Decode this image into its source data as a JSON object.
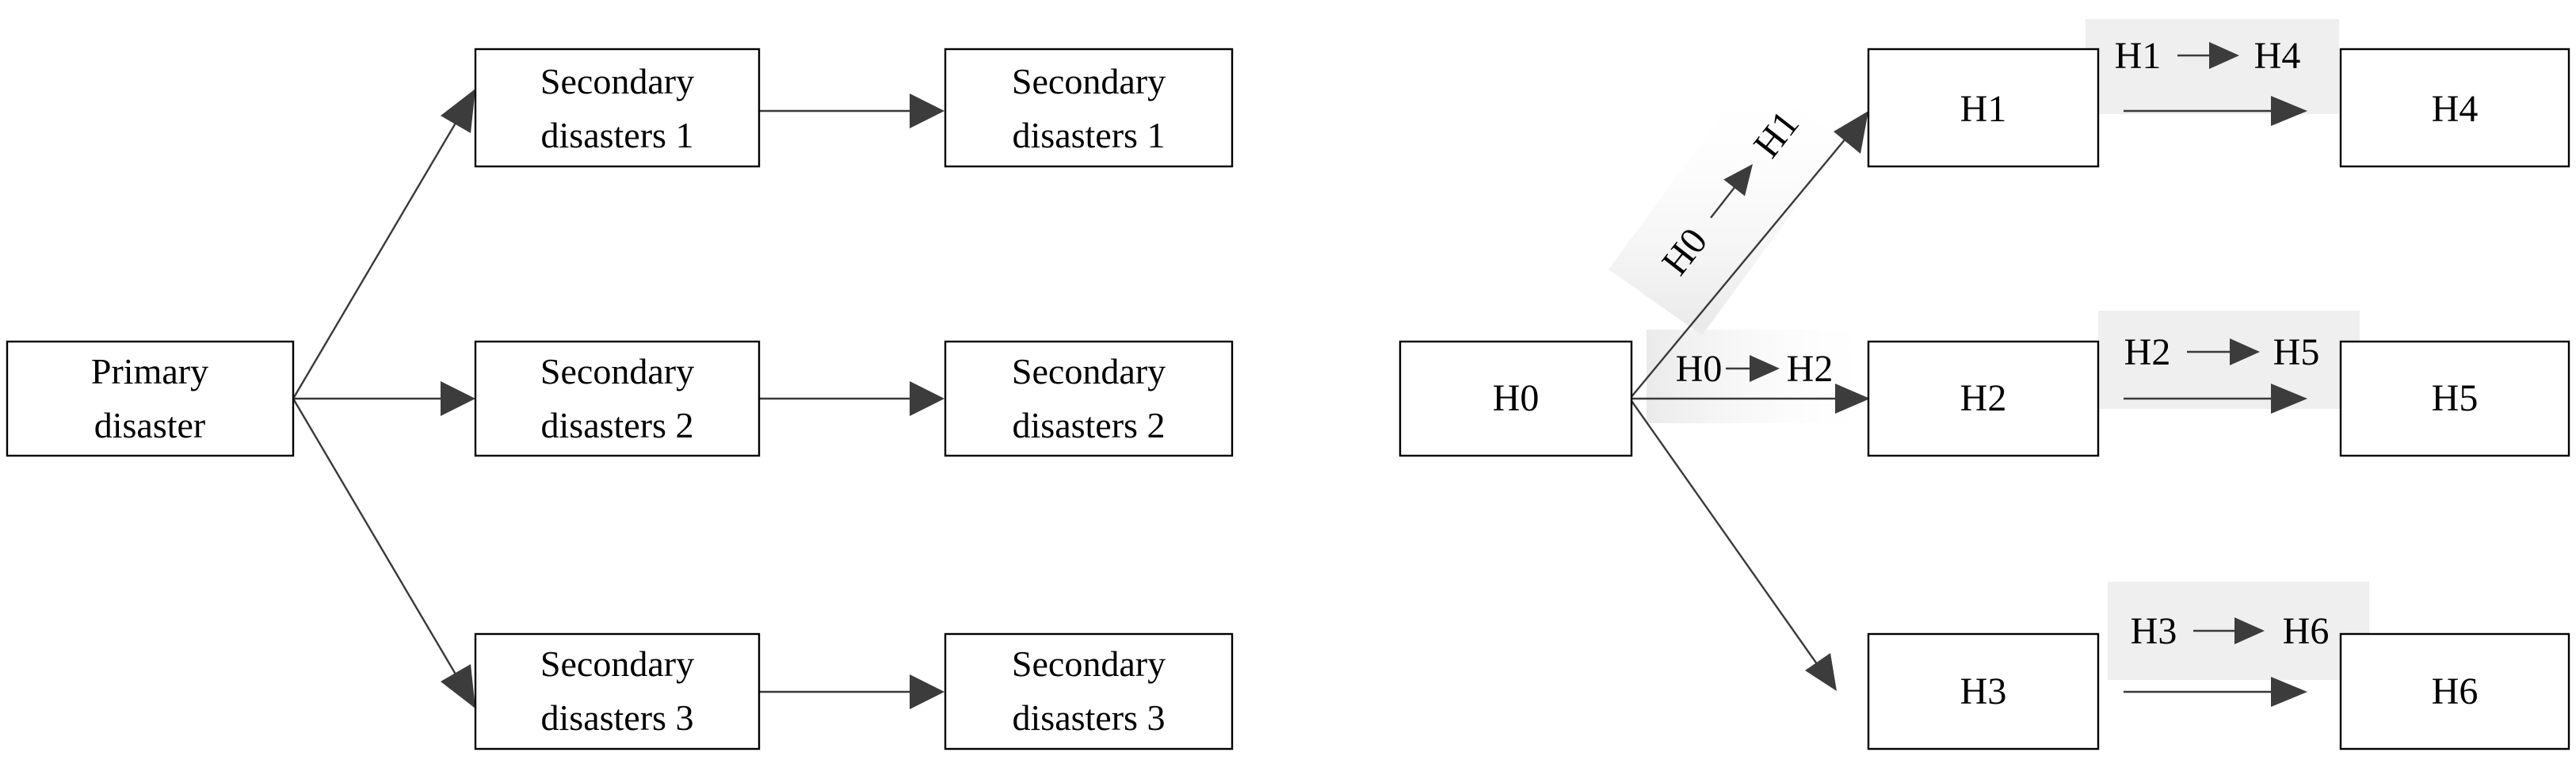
{
  "left_diagram": {
    "primary": [
      "Primary",
      "disaster"
    ],
    "secondary": [
      [
        "Secondary",
        "disasters 1"
      ],
      [
        "Secondary",
        "disasters 2"
      ],
      [
        "Secondary",
        "disasters 3"
      ]
    ],
    "tertiary": [
      [
        "Secondary",
        "disasters 1"
      ],
      [
        "Secondary",
        "disasters 2"
      ],
      [
        "Secondary",
        "disasters 3"
      ]
    ]
  },
  "right_diagram": {
    "nodes": {
      "h0": "H0",
      "h1": "H1",
      "h2": "H2",
      "h3": "H3",
      "h4": "H4",
      "h5": "H5",
      "h6": "H6"
    },
    "labels": {
      "h0_h1": {
        "from": "H0",
        "to": "H1"
      },
      "h0_h2": {
        "from": "H0",
        "to": "H2"
      },
      "h1_h4": {
        "from": "H1",
        "to": "H4"
      },
      "h2_h5": {
        "from": "H2",
        "to": "H5"
      },
      "h3_h6": {
        "from": "H3",
        "to": "H6"
      }
    }
  },
  "colors": {
    "line": "#3a3a3a",
    "arrowhead": "#3c3c3c",
    "label_shade": "#e6e6e6"
  }
}
